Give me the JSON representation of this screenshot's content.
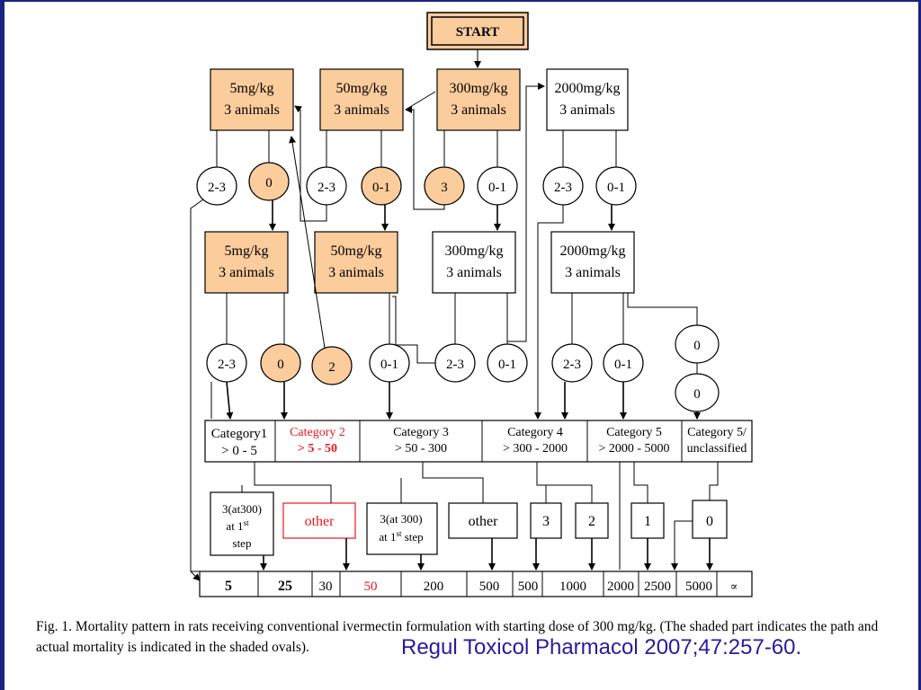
{
  "start": "START",
  "boxes": {
    "r1a": [
      "5mg/kg",
      "3 animals"
    ],
    "r1b": [
      "50mg/kg",
      "3 animals"
    ],
    "r1c": [
      "300mg/kg",
      "3 animals"
    ],
    "r1d": [
      "2000mg/kg",
      "3 animals"
    ],
    "r2a": [
      "5mg/kg",
      "3 animals"
    ],
    "r2b": [
      "50mg/kg",
      "3 animals"
    ],
    "r2c": [
      "300mg/kg",
      "3 animals"
    ],
    "r2d": [
      "2000mg/kg",
      "3 animals"
    ]
  },
  "ovals_row1": [
    "2-3",
    "0",
    "2-3",
    "0-1",
    "3",
    "0-1",
    "2-3",
    "0-1"
  ],
  "ovals_row2": [
    "2-3",
    "0",
    "2",
    "0-1",
    "2-3",
    "0-1",
    "2-3",
    "0-1",
    "0",
    "0"
  ],
  "categories": [
    {
      "name": "Category1",
      "range": "> 0 - 5"
    },
    {
      "name": "Category 2",
      "range": "> 5 - 50"
    },
    {
      "name": "Category 3",
      "range": "> 50 - 300"
    },
    {
      "name": "Category 4",
      "range": "> 300 - 2000"
    },
    {
      "name": "Category 5",
      "range": "> 2000 - 5000"
    },
    {
      "name": "Category 5/",
      "range": "unclassified"
    }
  ],
  "sub": {
    "s1": [
      "3(at300)",
      "at 1",
      "st",
      "step"
    ],
    "s2": "other",
    "s3": [
      "3(at 300)",
      "at 1",
      "st",
      " step"
    ],
    "s4": "other",
    "s5": "3",
    "s6": "2",
    "s7": "1",
    "s8": "0"
  },
  "values": [
    "5",
    "25",
    "30",
    "50",
    "200",
    "500",
    "500",
    "1000",
    "2000",
    "2500",
    "5000",
    "∝"
  ],
  "caption_line1": "Fig. 1. Mortality pattern in rats receiving conventional ivermectin formulation with starting dose of 300 mg/kg. (The shaded part indicates the path and",
  "caption_line2": "actual mortality is indicated in the shaded ovals).",
  "citation": "Regul Toxicol Pharmacol 2007;47:257-60.",
  "colors": {
    "shade": "#fbcc9c",
    "highlight": "#e8181e",
    "citation": "#2b1a9e",
    "frame": "#1a237e"
  }
}
